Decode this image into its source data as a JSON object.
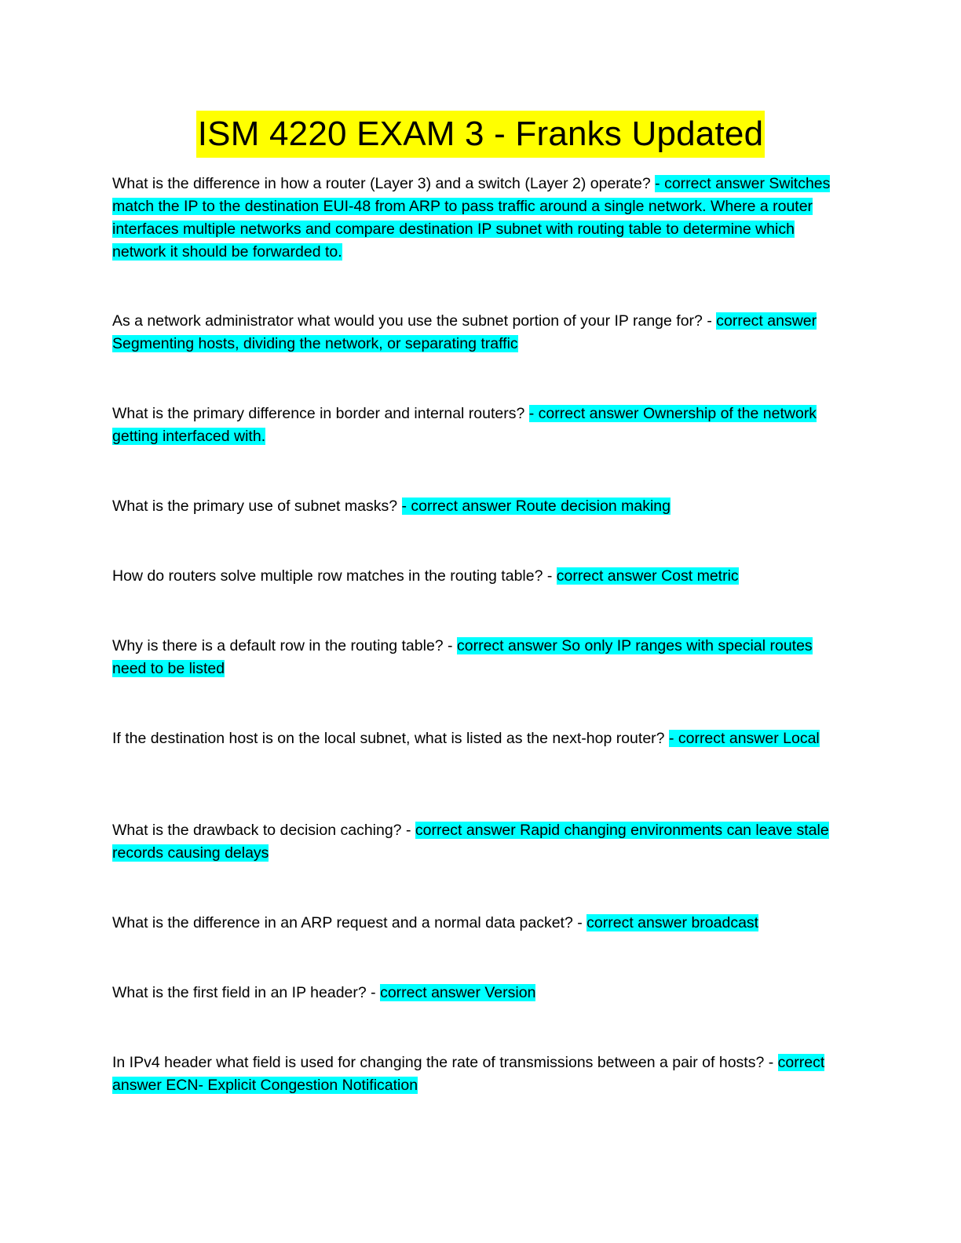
{
  "document": {
    "title": "ISM 4220 EXAM 3 - Franks Updated",
    "highlight_colors": {
      "title": "#ffff00",
      "answer": "#00ffff"
    },
    "items": [
      {
        "question": "What is the difference in how a router (Layer 3) and a switch (Layer 2) operate?",
        "separator": " ",
        "answer": "- correct answer Switches match the IP to the destination EUI-48 from ARP to pass traffic around a single network. Where a router interfaces multiple networks and compare destination IP subnet with routing table to determine which network it should be forwarded to."
      },
      {
        "question": "As a network administrator what would you use the subnet portion of your IP range for?",
        "separator": " - ",
        "answer": "correct answer Segmenting hosts, dividing the network, or separating traffic"
      },
      {
        "question": "What is the primary difference in border and internal routers?",
        "separator": " ",
        "answer": "- correct answer Ownership of the network getting interfaced with."
      },
      {
        "question": "What is the primary use of subnet masks?",
        "separator": " ",
        "answer": "- correct answer Route decision making"
      },
      {
        "question": "How do routers solve multiple row matches in the routing table?",
        "separator": " - ",
        "answer": "correct answer Cost metric"
      },
      {
        "question": "Why is there is a default row in the routing table?",
        "separator": " - ",
        "answer": "correct answer So only IP ranges with special routes need to be listed"
      },
      {
        "question": "If the destination host is on the local subnet, what is listed as the next-hop router?",
        "separator": " ",
        "answer": "- correct answer Local"
      },
      {
        "question": "What is the drawback to decision caching?",
        "separator": " - ",
        "answer": "correct answer Rapid changing environments can leave stale records causing delays"
      },
      {
        "question": "What is the difference in an ARP request and a normal data packet?",
        "separator": " - ",
        "answer": "correct answer broadcast"
      },
      {
        "question": "What is the first field in an IP header?",
        "separator": " - ",
        "answer": "correct answer Version"
      },
      {
        "question": "In IPv4 header what field is used for changing the rate of transmissions between a pair of hosts?",
        "separator": " - ",
        "answer": "correct answer ECN- Explicit Congestion Notification"
      }
    ]
  }
}
